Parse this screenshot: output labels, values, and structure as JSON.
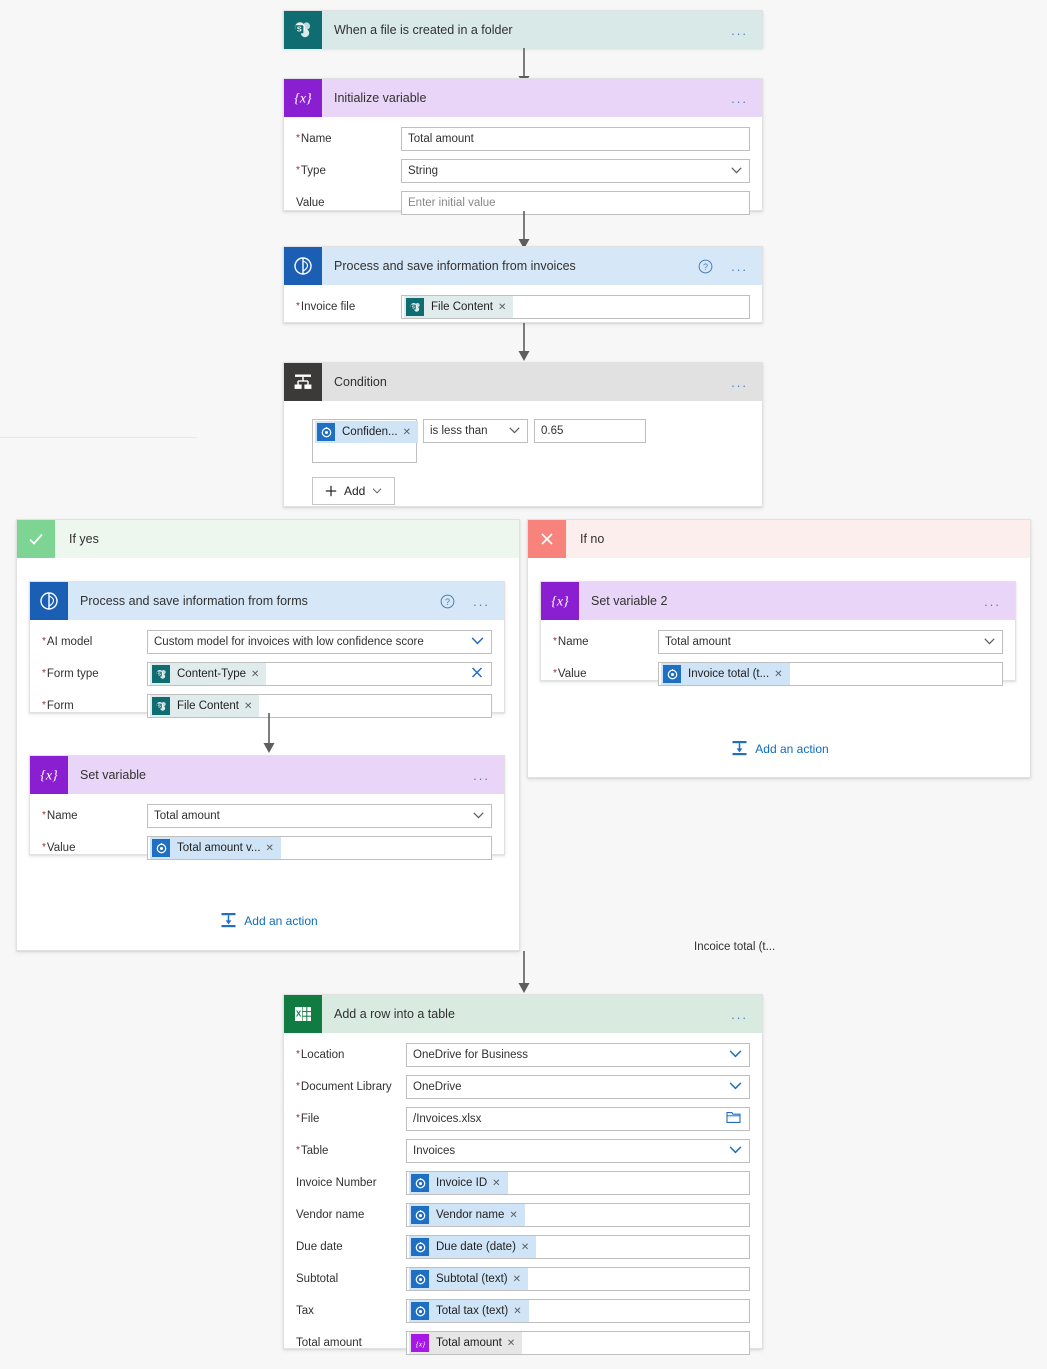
{
  "canvas": {
    "background": "#f7f7f7"
  },
  "colors": {
    "sharepoint": "#0f6c70",
    "variable_purple": "#8a1fd1",
    "variable_header": "#e9d5f7",
    "ai_builder": "#1a5fb4",
    "ai_header": "#d6e7f8",
    "condition_icon": "#3b3a39",
    "condition_header": "#e1e1e1",
    "sharepoint_header": "#d9e9e8",
    "excel": "#107c41",
    "excel_header": "#d9ebe1",
    "yes_green": "#7ed492",
    "yes_header": "#edf7ee",
    "no_red": "#f8837d",
    "no_header": "#fdeeee",
    "link_blue": "#0f6cbd",
    "required_red": "#a4262c",
    "token_blue": "#cfe4f7"
  },
  "steps": {
    "trigger": {
      "title": "When a file is created in a folder",
      "icon": "sharepoint-icon",
      "menu": "..."
    },
    "initialize_variable": {
      "title": "Initialize variable",
      "icon": "variable-icon",
      "menu": "...",
      "fields": [
        {
          "label": "Name",
          "required": true,
          "type": "text",
          "value": "Total amount"
        },
        {
          "label": "Type",
          "required": true,
          "type": "select",
          "value": "String"
        },
        {
          "label": "Value",
          "required": false,
          "type": "text",
          "value": "",
          "placeholder": "Enter initial value"
        }
      ]
    },
    "process_invoices": {
      "title": "Process and save information from invoices",
      "icon": "ai-builder-icon",
      "help": "?",
      "menu": "...",
      "fields": [
        {
          "label": "Invoice file",
          "required": true,
          "type": "token",
          "token": {
            "text": "File Content",
            "icon": "sharepoint-icon",
            "kind": "sp"
          }
        }
      ]
    },
    "condition": {
      "title": "Condition",
      "icon": "condition-icon",
      "menu": "...",
      "operand_left": {
        "text": "Confiden...",
        "icon": "dynamic-content-icon",
        "kind": "dyn"
      },
      "operator": "is less than",
      "operand_right": "0.65",
      "add_button": "Add"
    },
    "if_yes": {
      "label": "If yes",
      "icon": "check-icon",
      "add_action": "Add an action",
      "process_forms": {
        "title": "Process and save information from  forms",
        "icon": "ai-builder-icon",
        "help": "?",
        "menu": "...",
        "fields": [
          {
            "label": "AI model",
            "required": true,
            "type": "select",
            "value": "Custom model for invoices with low confidence score"
          },
          {
            "label": "Form type",
            "required": true,
            "type": "token",
            "clear": true,
            "token": {
              "text": "Content-Type",
              "icon": "sharepoint-icon",
              "kind": "sp"
            }
          },
          {
            "label": "Form",
            "required": true,
            "type": "token",
            "token": {
              "text": "File Content",
              "icon": "sharepoint-icon",
              "kind": "sp"
            }
          }
        ]
      },
      "set_variable": {
        "title": "Set variable",
        "icon": "variable-icon",
        "menu": "...",
        "fields": [
          {
            "label": "Name",
            "required": true,
            "type": "select",
            "value": "Total amount"
          },
          {
            "label": "Value",
            "required": true,
            "type": "token",
            "token": {
              "text": "Total amount v...",
              "icon": "dynamic-content-icon",
              "kind": "dyn"
            }
          }
        ]
      }
    },
    "if_no": {
      "label": "If no",
      "icon": "close-icon",
      "add_action": "Add an action",
      "set_variable_2": {
        "title": "Set variable 2",
        "icon": "variable-icon",
        "menu": "...",
        "fields": [
          {
            "label": "Name",
            "required": true,
            "type": "select",
            "value": "Total amount"
          },
          {
            "label": "Value",
            "required": true,
            "type": "token",
            "token": {
              "text": "Invoice total (t...",
              "icon": "dynamic-content-icon",
              "kind": "dyn"
            }
          }
        ]
      }
    },
    "floating_label": "Incoice total (t...",
    "add_row": {
      "title": "Add a row into a table",
      "icon": "excel-icon",
      "menu": "...",
      "fields": [
        {
          "label": "Location",
          "required": true,
          "type": "select",
          "value": "OneDrive for Business"
        },
        {
          "label": "Document Library",
          "required": true,
          "type": "select",
          "value": "OneDrive"
        },
        {
          "label": "File",
          "required": true,
          "type": "file",
          "value": "/Invoices.xlsx"
        },
        {
          "label": "Table",
          "required": true,
          "type": "select",
          "value": "Invoices"
        },
        {
          "label": "Invoice Number",
          "required": false,
          "type": "token",
          "token": {
            "text": "Invoice ID",
            "icon": "dynamic-content-icon",
            "kind": "dyn"
          }
        },
        {
          "label": "Vendor name",
          "required": false,
          "type": "token",
          "token": {
            "text": "Vendor name",
            "icon": "dynamic-content-icon",
            "kind": "dyn"
          }
        },
        {
          "label": "Due date",
          "required": false,
          "type": "token",
          "token": {
            "text": "Due date (date)",
            "icon": "dynamic-content-icon",
            "kind": "dyn"
          }
        },
        {
          "label": "Subtotal",
          "required": false,
          "type": "token",
          "token": {
            "text": "Subtotal (text)",
            "icon": "dynamic-content-icon",
            "kind": "dyn"
          }
        },
        {
          "label": "Tax",
          "required": false,
          "type": "token",
          "token": {
            "text": "Total tax (text)",
            "icon": "dynamic-content-icon",
            "kind": "dyn"
          }
        },
        {
          "label": "Total amount",
          "required": false,
          "type": "token",
          "token": {
            "text": "Total amount",
            "icon": "variable-icon",
            "kind": "varp"
          }
        }
      ]
    }
  }
}
